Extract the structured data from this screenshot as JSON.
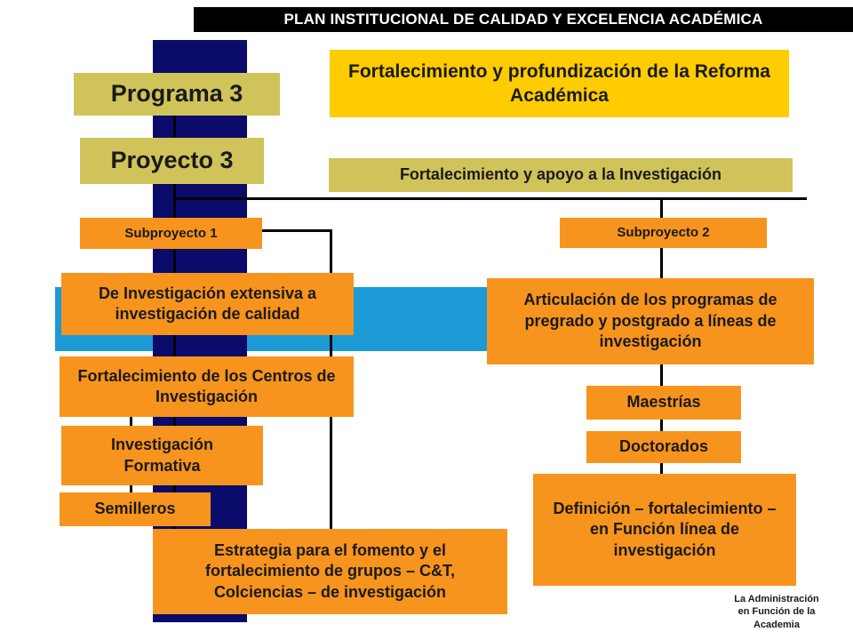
{
  "header": {
    "title": "PLAN INSTITUCIONAL DE CALIDAD Y EXCELENCIA ACADÉMICA"
  },
  "program": {
    "label": "Programa 3",
    "title": "Fortalecimiento y profundización de la Reforma Académica"
  },
  "project": {
    "label": "Proyecto 3",
    "title": "Fortalecimiento y apoyo a la Investigación"
  },
  "subproject1": {
    "label": "Subproyecto 1",
    "items": [
      "De Investigación extensiva a investigación de calidad",
      "Fortalecimiento de los Centros de Investigación",
      "Investigación Formativa",
      "Semilleros",
      "Estrategia para el fomento y el fortalecimiento de grupos – C&T, Colciencias – de investigación"
    ]
  },
  "subproject2": {
    "label": "Subproyecto 2",
    "items": [
      "Articulación de los programas de pregrado y postgrado a líneas de investigación",
      "Maestrías",
      "Doctorados",
      "Definición – fortalecimiento – en Función línea de investigación"
    ]
  },
  "footer": {
    "line1": "La Administración",
    "line2": "en Función de la",
    "line3": "Academia"
  },
  "colors": {
    "orange": "#f7941d",
    "yellow": "#ffcc00",
    "khaki": "#cfc35a",
    "navy": "#0b0b6b",
    "band": "#1c9ad6"
  }
}
